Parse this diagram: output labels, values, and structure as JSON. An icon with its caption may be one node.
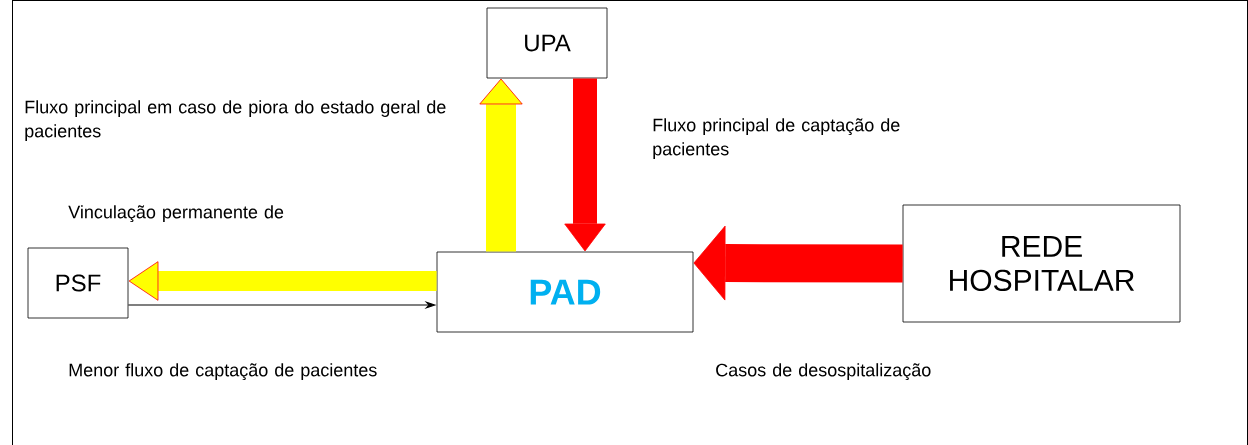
{
  "diagram": {
    "nodes": [
      {
        "text": [
          "UPA"
        ]
      },
      {
        "text": [
          "PSF"
        ]
      },
      {
        "text": [
          "PAD"
        ]
      },
      {
        "text": [
          "REDE HOSPITALAR"
        ]
      }
    ],
    "edges": [
      {
        "from": 2,
        "to": 0,
        "arrow": "to",
        "color": "#ffff00"
      },
      {
        "from": 0,
        "to": 2,
        "arrow": "to",
        "color": "#ff0000"
      },
      {
        "from": 2,
        "to": 1,
        "arrow": "to",
        "color": "#ffff00"
      },
      {
        "from": 1,
        "to": 2,
        "arrow": "to",
        "color": "#000000"
      },
      {
        "from": 3,
        "to": 2,
        "arrow": "to",
        "color": "#ff0000"
      }
    ],
    "labels": [
      "Fluxo principal em caso de piora do estado geral de pacientes",
      "Fluxo principal de captação de pacientes",
      "Vinculação permanente de",
      "Menor fluxo de captação de pacientes",
      "Casos de desospitalização"
    ]
  }
}
